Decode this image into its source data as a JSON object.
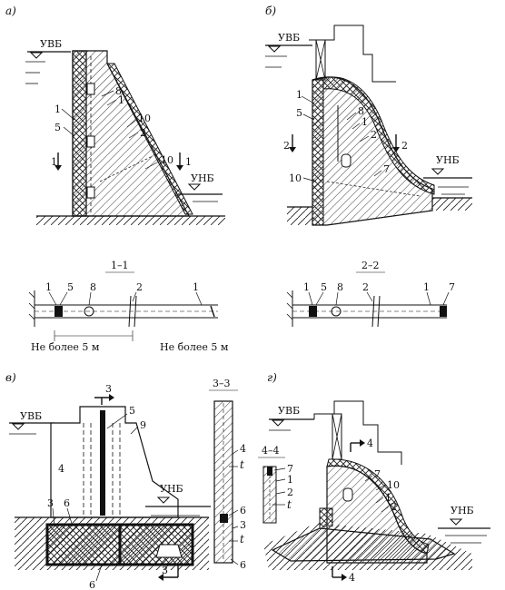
{
  "panels": {
    "a": {
      "letter": "а)"
    },
    "b": {
      "letter": "б)"
    },
    "v": {
      "letter": "в)"
    },
    "g": {
      "letter": "г)"
    }
  },
  "levels": {
    "upstream": "УВБ",
    "downstream": "УНБ"
  },
  "sections": {
    "s11": {
      "title": "1–1",
      "note_left": "Не более 5 м",
      "note_right": "Не более 5 м"
    },
    "s22": {
      "title": "2–2"
    },
    "s33": {
      "title": "3–3"
    },
    "s44": {
      "title": "4–4"
    }
  },
  "marks": {
    "a": {
      "n1": "1",
      "n5": "5",
      "n8": "8",
      "n1b": "1",
      "n10": "10",
      "n2": "2",
      "n10b": "10",
      "sec_left": "1",
      "sec_right": "1"
    },
    "b": {
      "n1": "1",
      "n5": "5",
      "n8": "8",
      "n1b": "1",
      "n2": "2",
      "n7": "7",
      "n10": "10",
      "sec_left": "2",
      "sec_right": "2"
    },
    "s11": {
      "n1": "1",
      "n5": "5",
      "n8": "8",
      "n2": "2",
      "n1b": "1"
    },
    "s22": {
      "n1": "1",
      "n5": "5",
      "n8": "8",
      "n2": "2",
      "n1b": "1",
      "n7": "7"
    },
    "v": {
      "n3top": "3",
      "n5": "5",
      "n9": "9",
      "n4": "4",
      "n3": "3",
      "n6": "6",
      "n6b": "6",
      "n3bot": "3"
    },
    "s33": {
      "n4": "4",
      "t1": "t",
      "n6": "6",
      "n3": "3",
      "t2": "t",
      "n6b": "6"
    },
    "s44": {
      "n7": "7",
      "n1": "1",
      "n2": "2",
      "t": "t"
    },
    "g": {
      "n4top": "4",
      "n7": "7",
      "n10": "10",
      "n1": "1",
      "n2": "2",
      "n4bot": "4"
    }
  }
}
